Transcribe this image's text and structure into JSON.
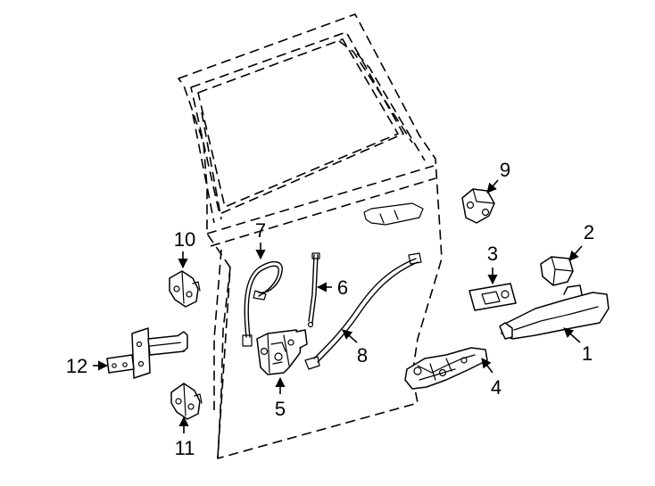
{
  "diagram": {
    "callouts": [
      {
        "id": "callout-1",
        "number": "1"
      },
      {
        "id": "callout-2",
        "number": "2"
      },
      {
        "id": "callout-3",
        "number": "3"
      },
      {
        "id": "callout-4",
        "number": "4"
      },
      {
        "id": "callout-5",
        "number": "5"
      },
      {
        "id": "callout-6",
        "number": "6"
      },
      {
        "id": "callout-7",
        "number": "7"
      },
      {
        "id": "callout-8",
        "number": "8"
      },
      {
        "id": "callout-9",
        "number": "9"
      },
      {
        "id": "callout-10",
        "number": "10"
      },
      {
        "id": "callout-11",
        "number": "11"
      },
      {
        "id": "callout-12",
        "number": "12"
      }
    ],
    "colors": {
      "line": "#000000",
      "background": "#ffffff"
    }
  }
}
